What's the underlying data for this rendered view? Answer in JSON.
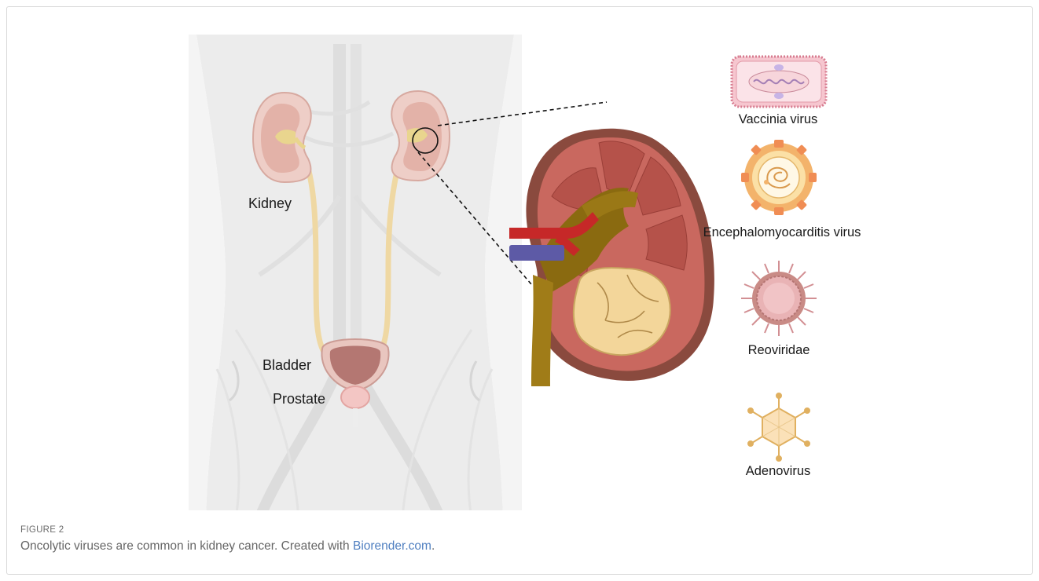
{
  "figure": {
    "labels": {
      "kidney": "Kidney",
      "bladder": "Bladder",
      "prostate": "Prostate"
    },
    "viruses": [
      {
        "name": "Vaccinia virus",
        "icon": "vaccinia-virus-icon"
      },
      {
        "name": "Encephalomyocarditis virus",
        "icon": "encephalomyocarditis-virus-icon"
      },
      {
        "name": "Reoviridae",
        "icon": "reoviridae-icon"
      },
      {
        "name": "Adenovirus",
        "icon": "adenovirus-icon"
      }
    ],
    "colors": {
      "kidney_cortex": "#c9685f",
      "kidney_capsule": "#8a4a3e",
      "pelvis": "#8a6a10",
      "ureter": "#a07c18",
      "tumor": "#f3d69a",
      "artery": "#c62828",
      "vein": "#5d5aa6",
      "body_silhouette": "#ececec",
      "link": "#4f7fc0"
    }
  },
  "caption": {
    "figure_number": "FIGURE 2",
    "text": "Oncolytic viruses are common in kidney cancer. Created with ",
    "link_text": "Biorender.com",
    "trailing": "."
  }
}
